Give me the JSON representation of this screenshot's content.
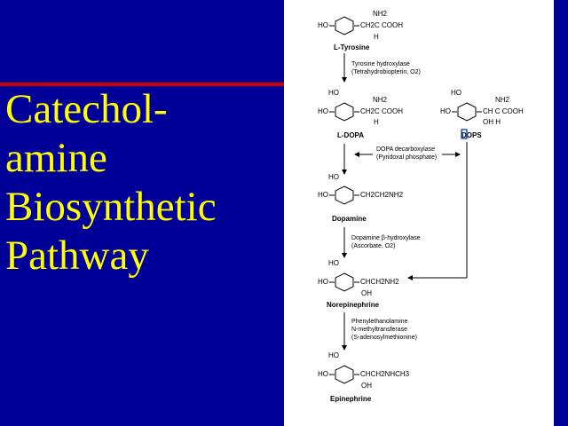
{
  "slide": {
    "title_lines": [
      "Catechol-",
      "amine",
      "Biosynthetic",
      "Pathway"
    ],
    "colors": {
      "background": "#000099",
      "title": "#ffff00",
      "rule": "#cc0000",
      "panel": "#ffffff"
    }
  },
  "pathway": {
    "compounds": {
      "tyrosine": {
        "name": "L-Tyrosine",
        "ho_top": "",
        "ho_side": "HO",
        "side_chain": "CH2C COOH",
        "nh2": "NH2",
        "h_or_oh": "H"
      },
      "dopa": {
        "name": "L-DOPA",
        "ho_top": "HO",
        "ho_side": "HO",
        "side_chain": "CH2C COOH",
        "nh2": "NH2",
        "h_or_oh": "H"
      },
      "dops": {
        "name": "DOPS",
        "ho_top": "HO",
        "ho_side": "HO",
        "side_chain": "CH C COOH",
        "nh2": "NH2",
        "h_or_oh": "OH   H"
      },
      "dopamine": {
        "name": "Dopamine",
        "ho_top": "HO",
        "ho_side": "HO",
        "side_chain": "CH2CH2NH2"
      },
      "norepinephrine": {
        "name": "Norepinephrine",
        "ho_top": "HO",
        "ho_side": "HO",
        "side_chain": "CHCH2NH2",
        "h_or_oh": "OH"
      },
      "epinephrine": {
        "name": "Epinephrine",
        "ho_top": "HO",
        "ho_side": "HO",
        "side_chain": "CHCH2NHCH3",
        "h_or_oh": "OH"
      }
    },
    "enzymes": {
      "step1": [
        "Tyrosine hydroxylase",
        "(Tetrahydrobiopterin, O2)"
      ],
      "step2": [
        "DOPA decarboxylase",
        "(Pyridoxal phosphate)"
      ],
      "step3": [
        "Dopamine β-hydroxylase",
        "(Ascorbate, O2)"
      ],
      "step4": [
        "Phenylethanolamine",
        "N-methyltransferase",
        "(S-adenosylmethionine)"
      ]
    }
  }
}
